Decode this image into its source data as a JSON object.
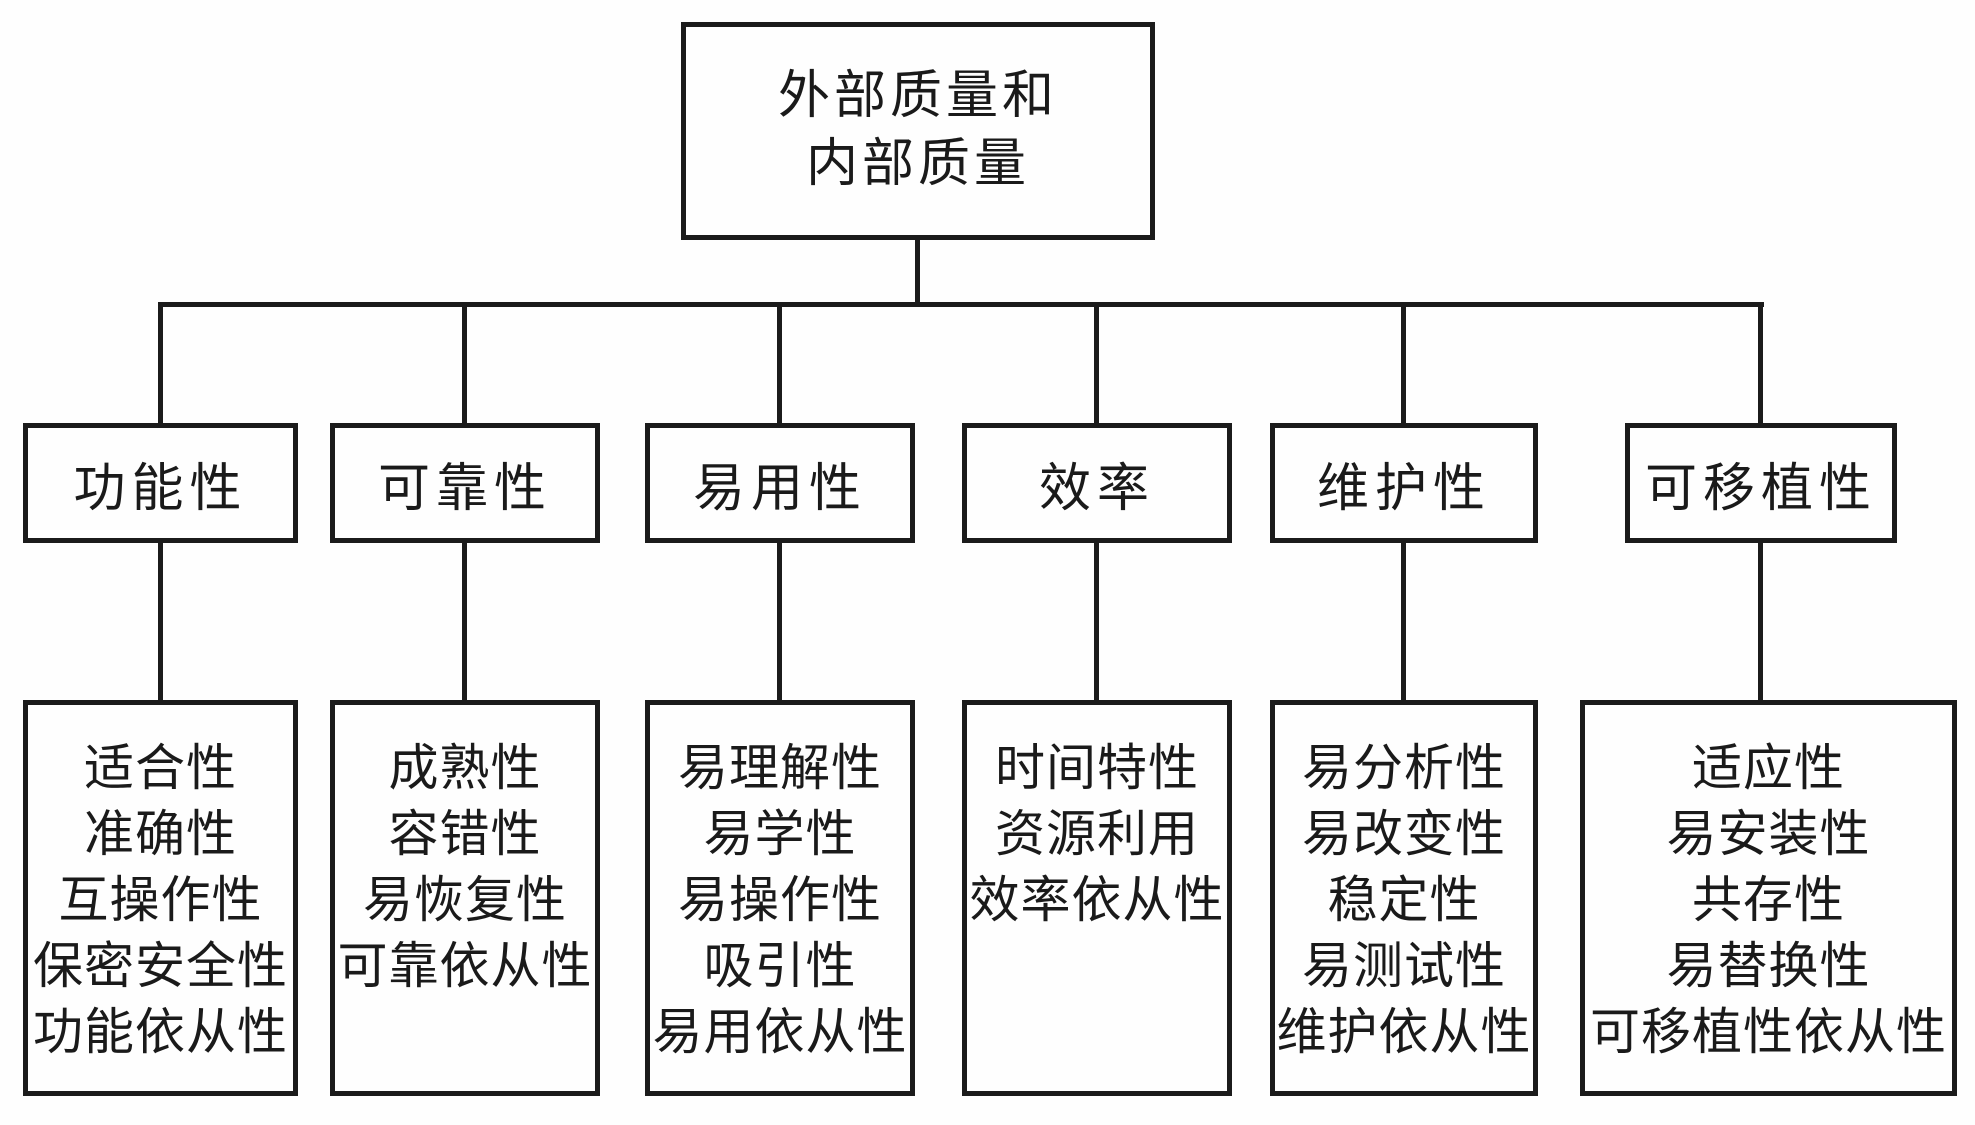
{
  "root": {
    "title_lines": [
      "外部质量和",
      "内部质量"
    ]
  },
  "columns": [
    {
      "title": "功能性",
      "items": [
        "适合性",
        "准确性",
        "互操作性",
        "保密安全性",
        "功能依从性"
      ]
    },
    {
      "title": "可靠性",
      "items": [
        "成熟性",
        "容错性",
        "易恢复性",
        "可靠依从性"
      ]
    },
    {
      "title": "易用性",
      "items": [
        "易理解性",
        "易学性",
        "易操作性",
        "吸引性",
        "易用依从性"
      ]
    },
    {
      "title": "效率",
      "items": [
        "时间特性",
        "资源利用",
        "效率依从性"
      ]
    },
    {
      "title": "维护性",
      "items": [
        "易分析性",
        "易改变性",
        "稳定性",
        "易测试性",
        "维护依从性"
      ]
    },
    {
      "title": "可移植性",
      "items": [
        "适应性",
        "易安装性",
        "共存性",
        "易替换性",
        "可移植性依从性"
      ]
    }
  ],
  "colors": {
    "line": "#1b1b1b",
    "background": "#fefefe",
    "text": "#1a1a1a"
  }
}
